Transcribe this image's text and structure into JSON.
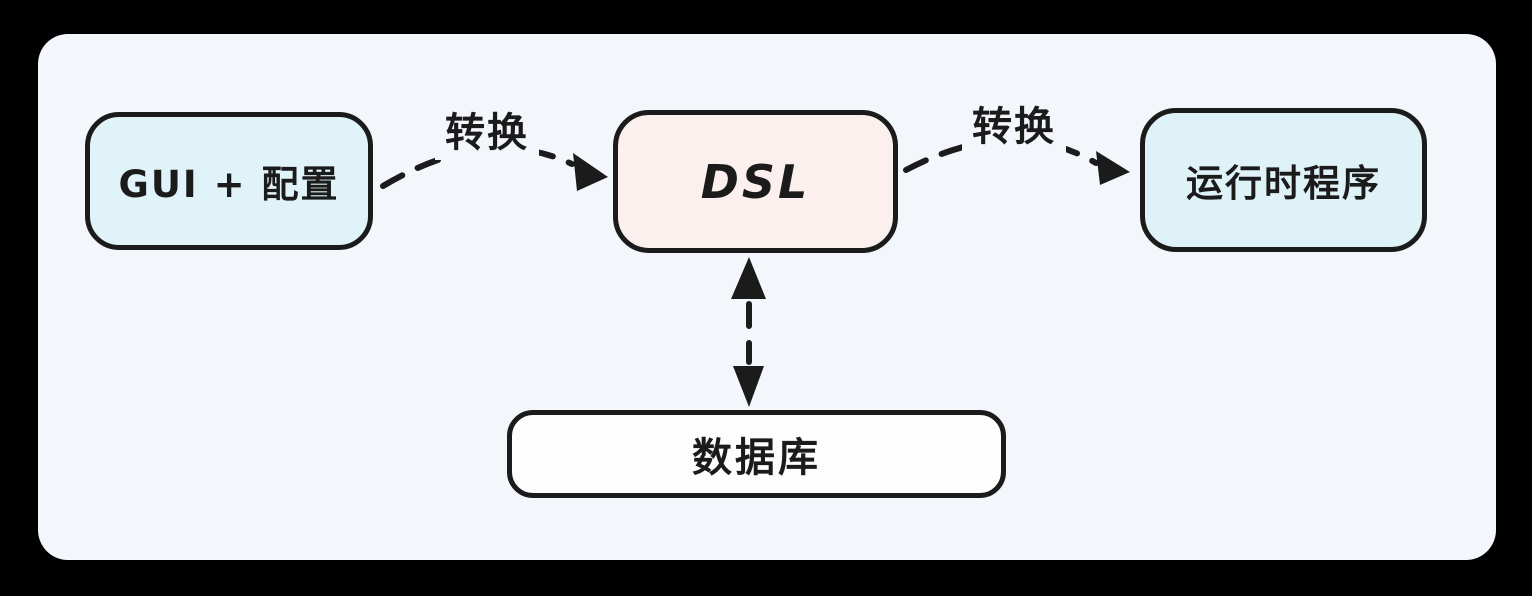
{
  "canvas": {
    "outer_background": "#000000",
    "panel_background": "#f3f6fb",
    "stroke_color": "#1b1b1b"
  },
  "diagram": {
    "type": "flow",
    "nodes": [
      {
        "id": "gui-config",
        "label": "GUI + 配置",
        "fill": "#e0f3f9"
      },
      {
        "id": "dsl",
        "label": "DSL",
        "fill": "#fcf0ee"
      },
      {
        "id": "runtime",
        "label": "运行时程序",
        "fill": "#dff2f8"
      },
      {
        "id": "database",
        "label": "数据库",
        "fill": "#fdfdfe"
      }
    ],
    "edges": [
      {
        "id": "gui-to-dsl",
        "from": "gui-config",
        "to": "dsl",
        "label": "转换",
        "style": "dashed",
        "direction": "forward"
      },
      {
        "id": "dsl-to-runtime",
        "from": "dsl",
        "to": "runtime",
        "label": "转换",
        "style": "dashed",
        "direction": "forward"
      },
      {
        "id": "dsl-database",
        "from": "dsl",
        "to": "database",
        "label": "",
        "style": "dashed",
        "direction": "bidirectional"
      }
    ]
  }
}
